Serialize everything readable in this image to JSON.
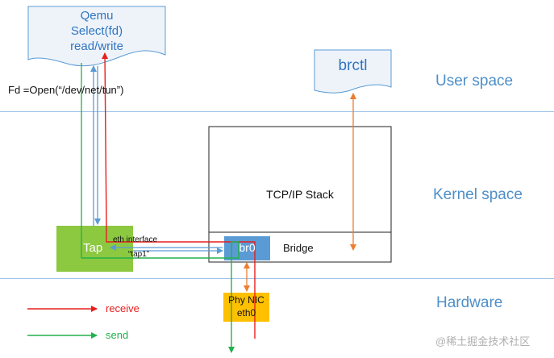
{
  "qemu": {
    "line1": "Qemu",
    "line2": "Select(fd)",
    "line3": "read/write"
  },
  "brctl": {
    "label": "brctl"
  },
  "open_call": {
    "text": "Fd =Open(“/dev/net/tun”)"
  },
  "layers": {
    "user": "User space",
    "kernel": "Kernel space",
    "hardware": "Hardware"
  },
  "stack": {
    "label": "TCP/IP Stack"
  },
  "bridge": {
    "label": "Bridge",
    "br0": "br0"
  },
  "tap": {
    "label": "Tap",
    "iface_line1": "eth interface",
    "iface_line2": "“tap1”"
  },
  "nic": {
    "line1": "Phy NIC",
    "line2": "eth0"
  },
  "legend": {
    "receive": "receive",
    "send": "send"
  },
  "watermark": {
    "text": "@稀土掘金技术社区"
  },
  "colors": {
    "receive": "#e81e1e",
    "send": "#22b14c",
    "link": "#5b9bd5",
    "brctl_link": "#ed7d31",
    "tap_fill": "#8cc840",
    "br0_fill": "#5b9bd5",
    "nic_fill": "#ffc000",
    "layer_text": "#4f8fc9",
    "doc_border": "#5b9bd5",
    "doc_text": "#2f75c0"
  }
}
